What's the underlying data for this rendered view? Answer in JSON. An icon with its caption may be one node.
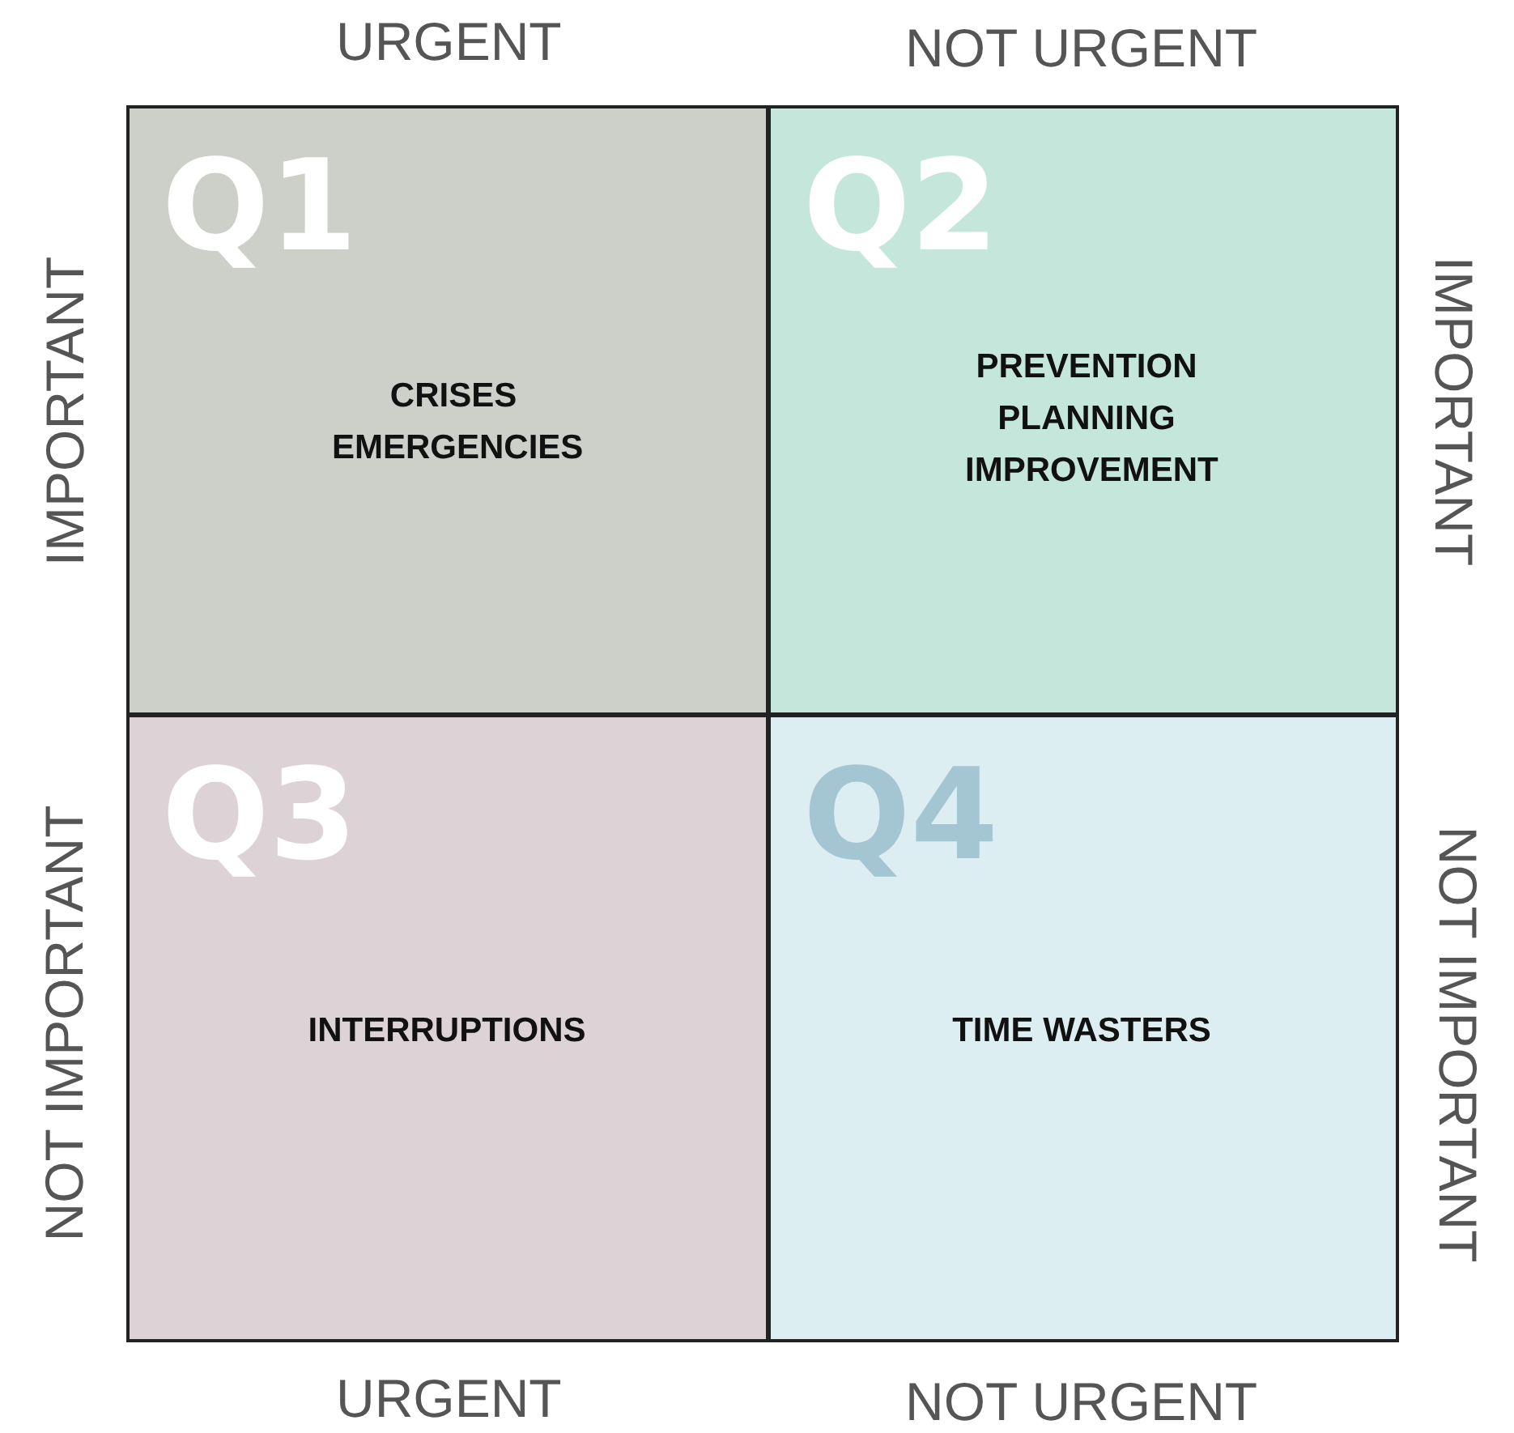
{
  "diagram": {
    "nodes": [
      {
        "text": [
          "Q1",
          "CRISES EMERGENCIES"
        ]
      },
      {
        "text": [
          "Q2",
          "PREVENTION PLANNING IMPROVEMENT"
        ]
      },
      {
        "text": [
          "Q3",
          "INTERRUPTIONS"
        ]
      },
      {
        "text": [
          "Q4",
          "TIME WASTERS"
        ]
      }
    ],
    "edges": [],
    "labels": [
      "URGENT",
      "NOT URGENT",
      "IMPORTANT",
      "IMPORTANT",
      "NOT IMPORTANT",
      "NOT IMPORTANT",
      "URGENT",
      "NOT URGENT"
    ]
  }
}
